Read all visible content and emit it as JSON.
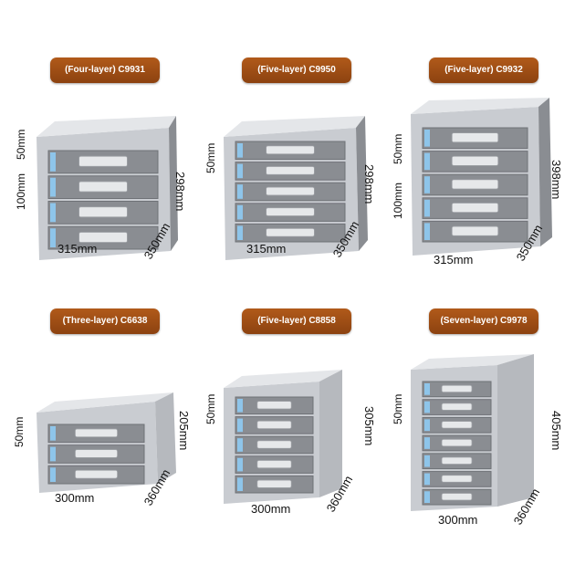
{
  "background": "#ffffff",
  "colors": {
    "tag": "#9a4c14",
    "frame": "#c9ccd1",
    "drawer": "#8a8d92",
    "handle": "#e6e8ea"
  },
  "products": [
    {
      "label": "(Four-layer) C9931",
      "width": "315mm",
      "depth": "350mm",
      "height": "298mm",
      "drawer_heights": [
        "50mm",
        "100mm"
      ],
      "drawers": 4
    },
    {
      "label": "(Five-layer) C9950",
      "width": "315mm",
      "depth": "350mm",
      "height": "298mm",
      "drawer_heights": [
        "50mm"
      ],
      "drawers": 5
    },
    {
      "label": "(Five-layer) C9932",
      "width": "315mm",
      "depth": "350mm",
      "height": "398mm",
      "drawer_heights": [
        "50mm",
        "100mm"
      ],
      "drawers": 5
    },
    {
      "label": "(Three-layer) C6638",
      "width": "300mm",
      "depth": "360mm",
      "height": "205mm",
      "drawer_heights": [
        "50mm"
      ],
      "drawers": 3
    },
    {
      "label": "(Five-layer) C8858",
      "width": "300mm",
      "depth": "360mm",
      "height": "305mm",
      "drawer_heights": [
        "50mm"
      ],
      "drawers": 5
    },
    {
      "label": "(Seven-layer) C9978",
      "width": "300mm",
      "depth": "360mm",
      "height": "405mm",
      "drawer_heights": [
        "50mm"
      ],
      "drawers": 7
    }
  ]
}
